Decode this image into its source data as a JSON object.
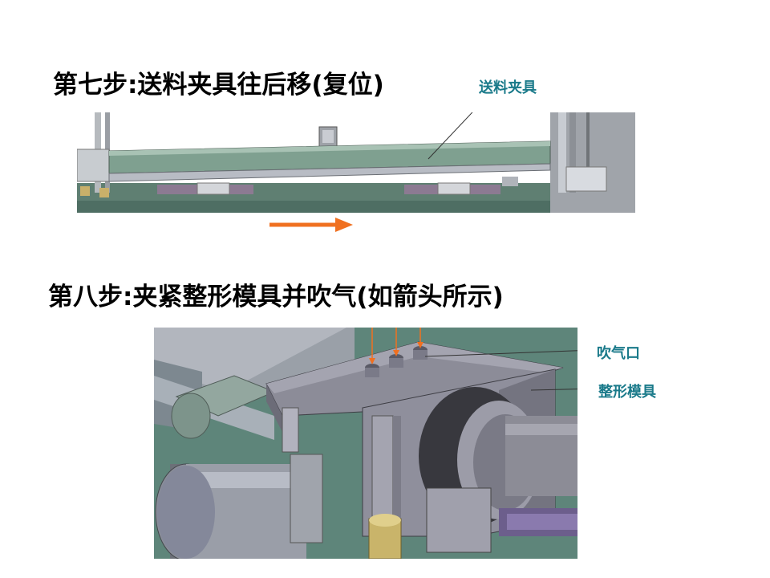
{
  "step7": {
    "title": "第七步:送料夹具往后移(复位)",
    "callout_label": "送料夹具",
    "arrow_color": "#f07020"
  },
  "step8": {
    "title": "第八步:夹紧整形模具并吹气(如箭头所示)",
    "callout_blow_port": "吹气口",
    "callout_die": "整形模具",
    "arrow_color": "#f07020"
  },
  "colors": {
    "label_teal": "#1a7a8a",
    "machine_gray": "#8a8a96",
    "plate_green": "#5f8a78"
  }
}
